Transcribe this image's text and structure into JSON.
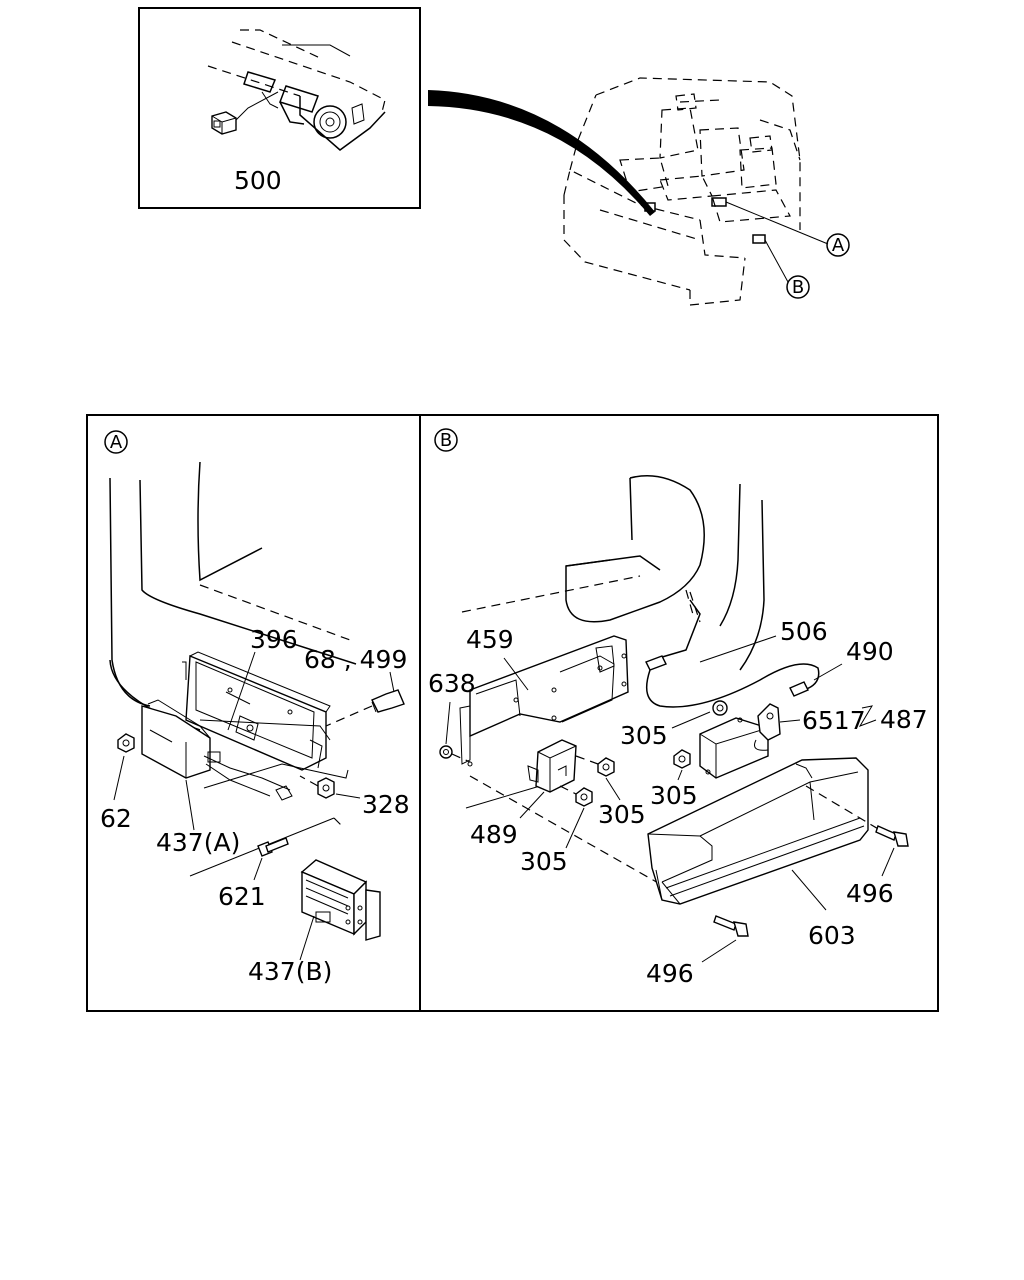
{
  "overview": {
    "inset_part": "500",
    "callout_a": "A",
    "callout_b": "B"
  },
  "panel_a": {
    "header": "A",
    "labels": {
      "p396": "396",
      "p68_499": "68 , 499",
      "p62": "62",
      "p328": "328",
      "p437a": "437(A)",
      "p621": "621",
      "p437b": "437(B)"
    }
  },
  "panel_b": {
    "header": "B",
    "labels": {
      "p459": "459",
      "p506": "506",
      "p490": "490",
      "p638": "638",
      "p305_top": "305",
      "p6517": "6517",
      "p487": "487",
      "p305_mid": "305",
      "p305_right": "305",
      "p489": "489",
      "p305_bottom": "305",
      "p496_right": "496",
      "p603": "603",
      "p496_bottom": "496"
    }
  }
}
